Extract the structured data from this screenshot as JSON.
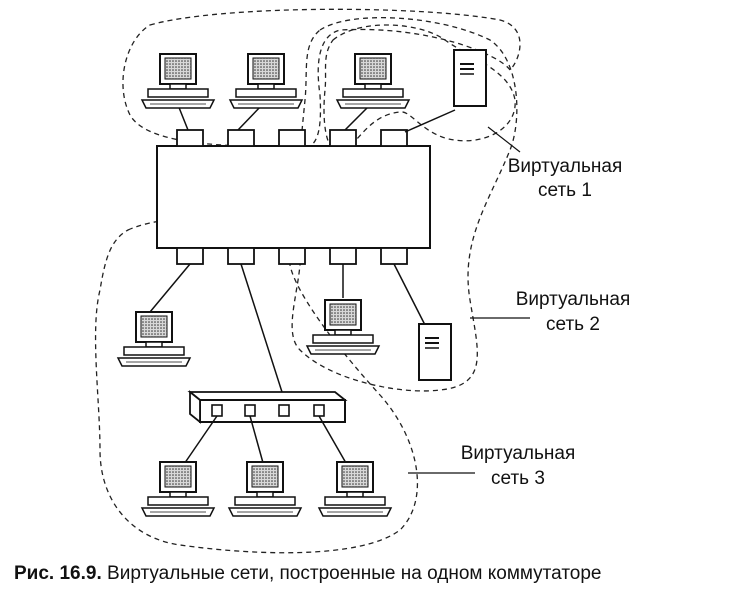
{
  "vlans": [
    {
      "label_line1": "Виртуальная",
      "label_line2": "сеть 1"
    },
    {
      "label_line1": "Виртуальная",
      "label_line2": "сеть 2"
    },
    {
      "label_line1": "Виртуальная",
      "label_line2": "сеть 3"
    }
  ],
  "caption": {
    "prefix": "Рис. 16.9.",
    "text": " Виртуальные сети, построенные на одном коммутаторе"
  }
}
